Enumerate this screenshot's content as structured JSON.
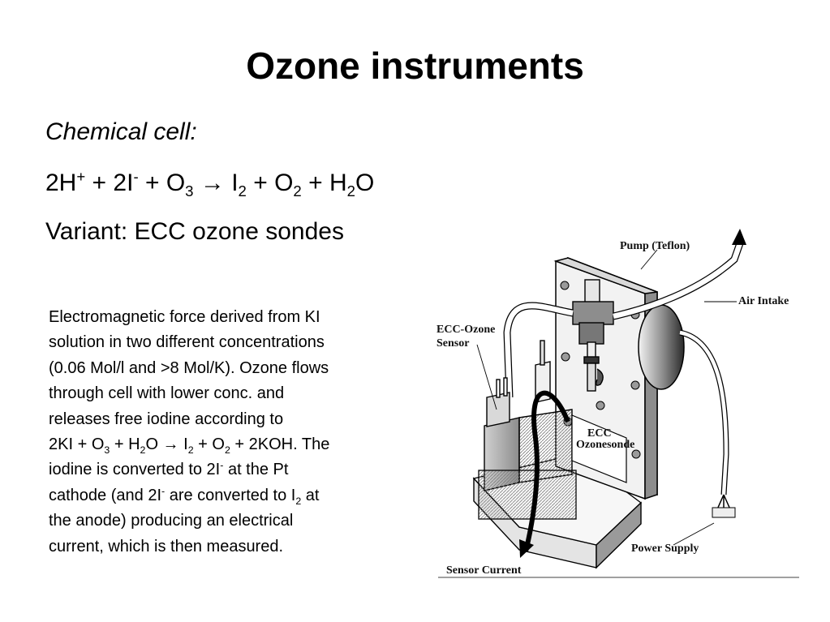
{
  "slide": {
    "title": "Ozone instruments",
    "subtitle": "Chemical cell:",
    "variant": "Variant: ECC ozone sondes"
  },
  "equation": {
    "p1": "2H",
    "p1_sup": "+",
    "p2": " + 2I",
    "p2_sup": "-",
    "p3": " + O",
    "p3_sub": "3",
    "arrow": " → ",
    "p4": "I",
    "p4_sub": "2",
    "p5": " + O",
    "p5_sub": "2",
    "p6": " + H",
    "p6_sub": "2",
    "p7": "O"
  },
  "description": {
    "l1": "Electromagnetic force derived from KI",
    "l2": "solution in two different concentrations",
    "l3": "(0.06 Mol/l and >8 Mol/K). Ozone flows",
    "l4": "through cell with lower conc. and",
    "l5": "releases free iodine according to",
    "l6": {
      "a": "2KI + O",
      "a_sub": "3",
      "b": " + H",
      "b_sub": "2",
      "c": "O",
      "arrow": " → ",
      "d": "I",
      "d_sub": "2",
      "e": " + O",
      "e_sub": "2",
      "f": " + 2KOH. The"
    },
    "l7": {
      "a": "iodine is converted to 2I",
      "a_sup": "-",
      "b": " at the Pt"
    },
    "l8": {
      "a": "cathode (and 2I",
      "a_sup": "-",
      "b": " are converted to I",
      "b_sub": "2",
      "c": " at"
    },
    "l9": "the anode) producing an electrical",
    "l10": "current, which is then measured."
  },
  "diagram": {
    "labels": {
      "pump": "Pump (Teflon)",
      "air_intake": "Air Intake",
      "sensor_line1": "ECC-Ozone",
      "sensor_line2": "Sensor",
      "plate_line1": "ECC",
      "plate_line2": "Ozonesonde",
      "power_supply": "Power Supply",
      "sensor_current": "Sensor Current"
    }
  }
}
